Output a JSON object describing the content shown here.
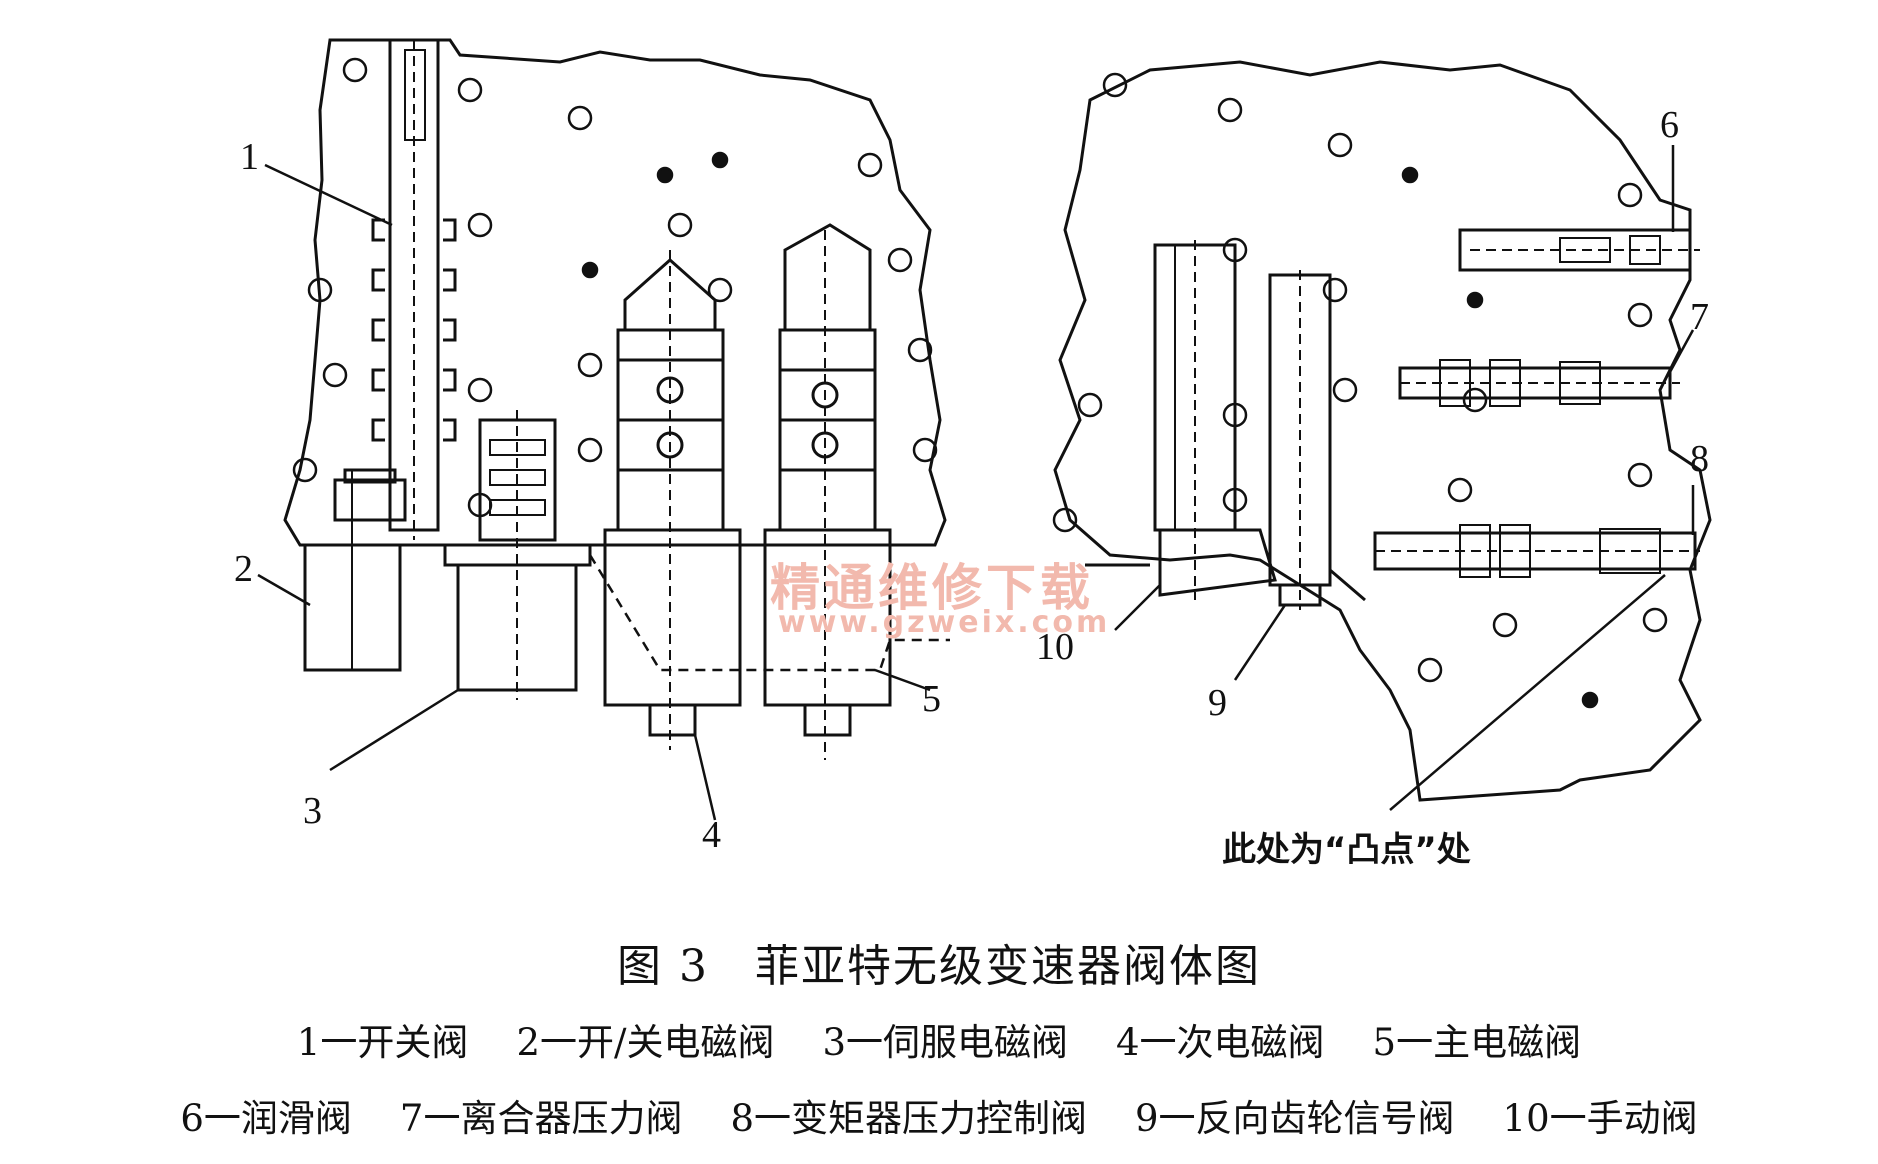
{
  "labels": {
    "l1": "1",
    "l2": "2",
    "l3": "3",
    "l4": "4",
    "l5": "5",
    "l6": "6",
    "l7": "7",
    "l8": "8",
    "l9": "9",
    "l10": "10"
  },
  "note": "此处为“凸点”处",
  "watermark": {
    "cn": "精通维修下载",
    "url": "www.gzweix.com"
  },
  "caption": "图 3　菲亚特无级变速器阀体图",
  "legend": [
    [
      "1一开关阀",
      "2一开/关电磁阀",
      "3一伺服电磁阀",
      "4一次电磁阀",
      "5一主电磁阀"
    ],
    [
      "6一润滑阀",
      "7一离合器压力阀",
      "8一变矩器压力控制阀",
      "9一反向齿轮信号阀",
      "10一手动阀"
    ]
  ],
  "colors": {
    "ink": "#111111",
    "watermark": "#f2b9ad"
  }
}
